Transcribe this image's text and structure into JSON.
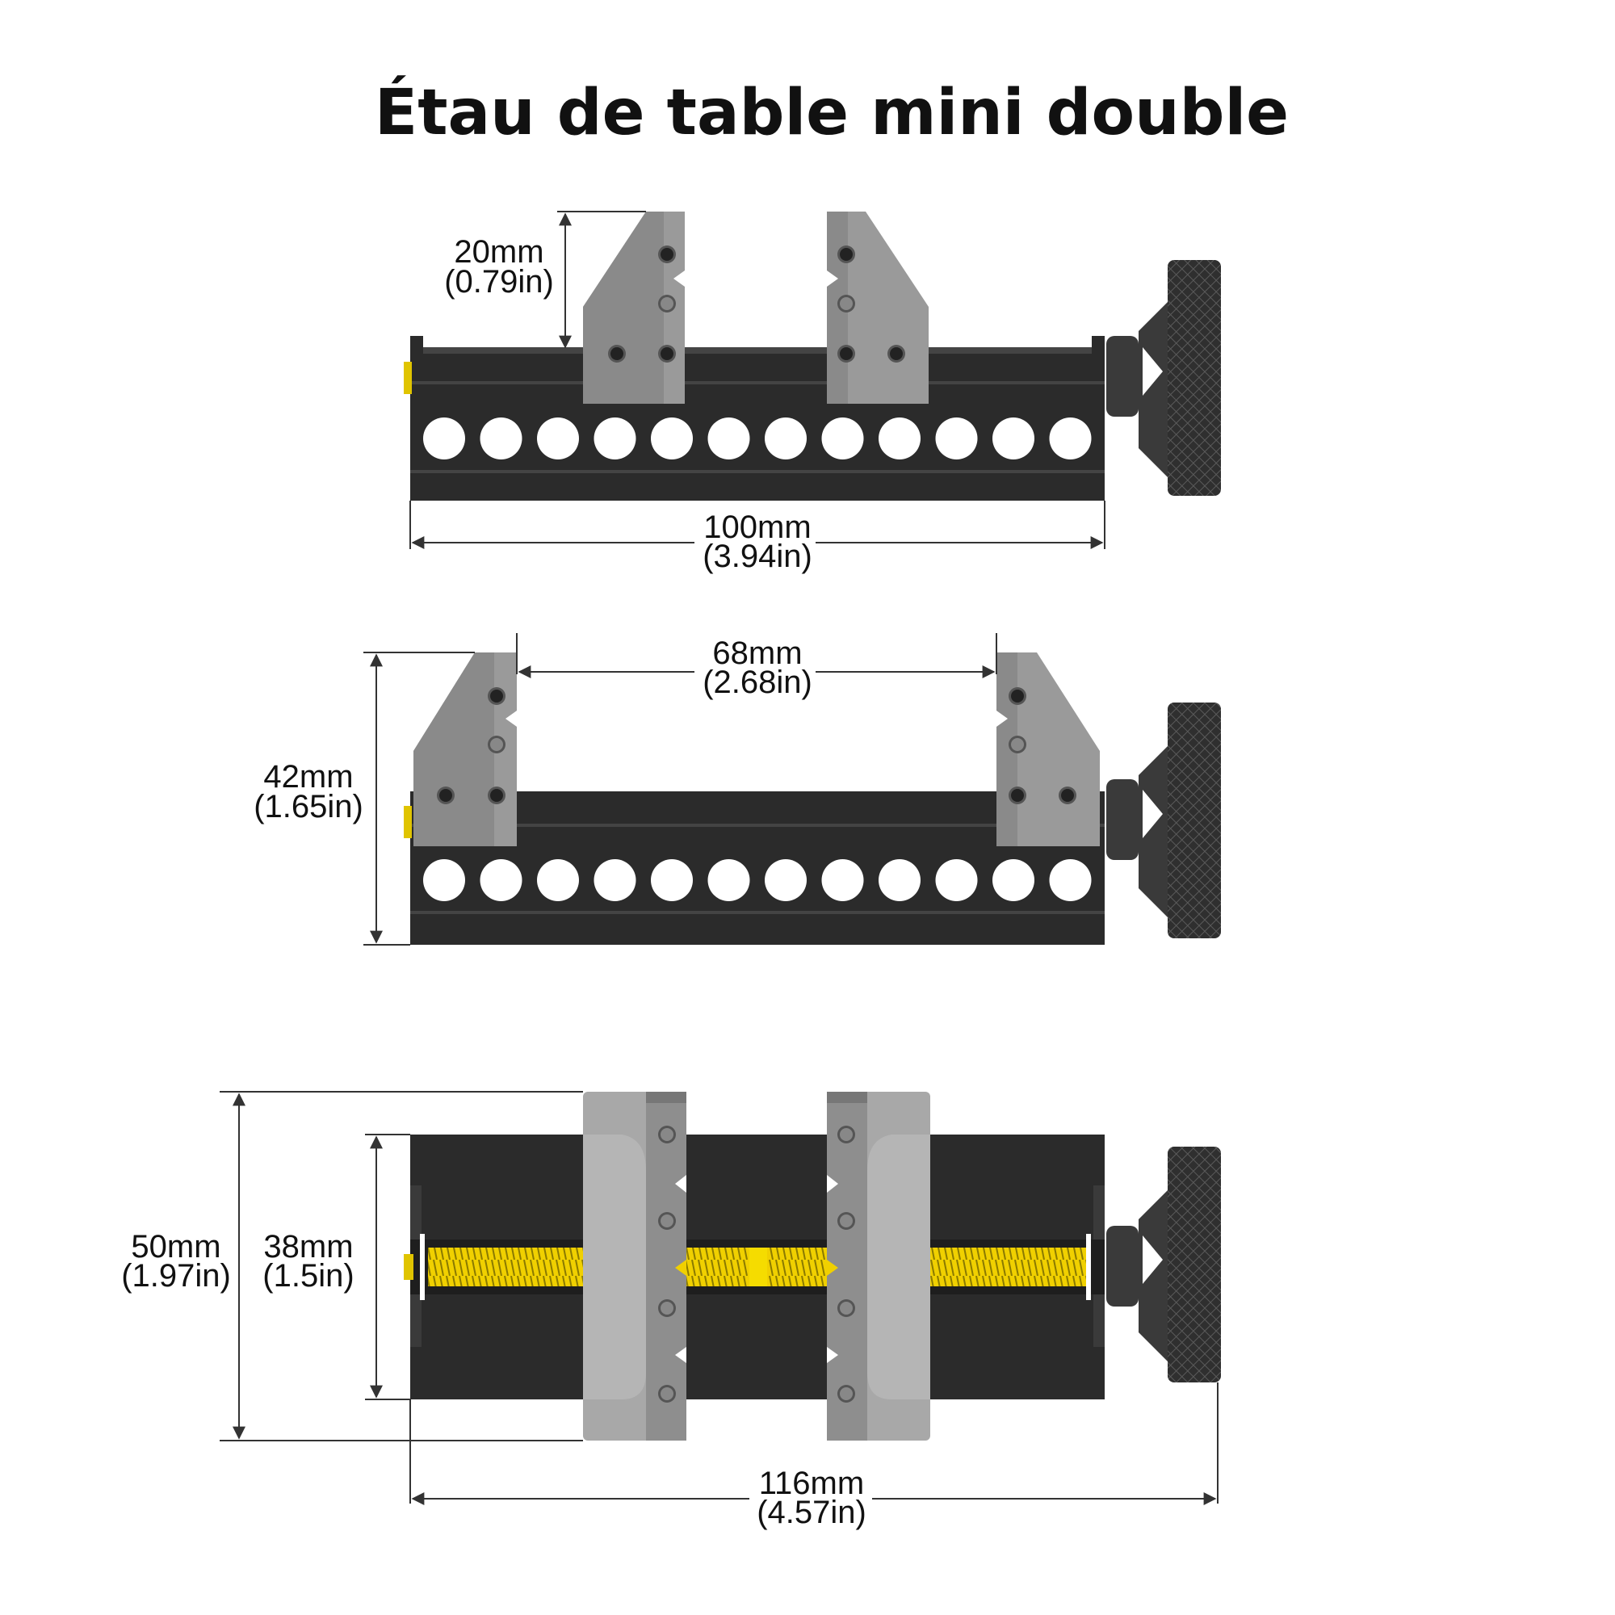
{
  "title": "Étau de table mini double",
  "dimensions": {
    "top_jaw_height": {
      "mm": "20mm",
      "in": "(0.79in)"
    },
    "top_base_length": {
      "mm": "100mm",
      "in": "(3.94in)"
    },
    "middle_jaw_opening": {
      "mm": "68mm",
      "in": "(2.68in)"
    },
    "middle_total_height": {
      "mm": "42mm",
      "in": "(1.65in)"
    },
    "bottom_total_width": {
      "mm": "50mm",
      "in": "(1.97in)"
    },
    "bottom_base_width": {
      "mm": "38mm",
      "in": "(1.5in)"
    },
    "bottom_total_length": {
      "mm": "116mm",
      "in": "(4.57in)"
    }
  },
  "colors": {
    "body": "#2b2b2b",
    "jaw": "#9a9a9a",
    "jaw_dark": "#7d7d7d",
    "screw": "#f0d000",
    "knob": "#2f2f2f",
    "line": "#333333"
  },
  "icons": [
    "knurled-knob-icon",
    "lead-screw-icon"
  ]
}
